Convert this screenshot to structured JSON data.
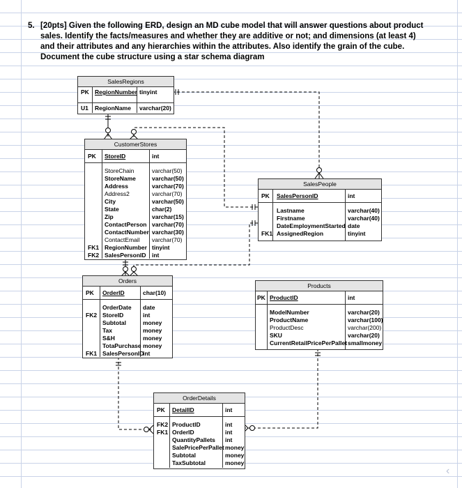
{
  "question": {
    "number": "5.",
    "lines": [
      "[20pts] Given the following ERD, design an MD cube model that will answer questions about product",
      "sales. Identify the facts/measures and whether they are additive or not; and dimensions (at least 4)",
      "and their attributes and any hierarchies within the attributes. Also identify the grain of the cube.",
      "Document the cube structure using a star schema diagram"
    ]
  },
  "entities": {
    "salesregions": {
      "title": "SalesRegions",
      "keys": [
        "PK",
        "U1"
      ],
      "fields": [
        "RegionNumber",
        "RegionName"
      ],
      "types": [
        "tinyint",
        "varchar(20)"
      ]
    },
    "customerstores": {
      "title": "CustomerStores",
      "pk": "PK",
      "pk_field": "StoreID",
      "pk_type": "int",
      "fields": [
        "StoreChain",
        "StoreName",
        "Address",
        "Address2",
        "City",
        "State",
        "Zip",
        "ContactPerson",
        "ContactNumber",
        "ContactEmail",
        "RegionNumber",
        "SalesPersonID"
      ],
      "types": [
        "varchar(50)",
        "varchar(50)",
        "varchar(70)",
        "varchar(70)",
        "varchar(50)",
        "char(2)",
        "varchar(15)",
        "varchar(70)",
        "varchar(30)",
        "varchar(70)",
        "tinyint",
        "int"
      ],
      "fk1": "FK1",
      "fk2": "FK2"
    },
    "salespeople": {
      "title": "SalesPeople",
      "pk": "PK",
      "pk_field": "SalesPersonID",
      "pk_type": "int",
      "fields": [
        "Lastname",
        "Firstname",
        "DateEmploymentStarted",
        "AssignedRegion"
      ],
      "types": [
        "varchar(40)",
        "varchar(40)",
        "date",
        "tinyint"
      ],
      "fk1": "FK1"
    },
    "orders": {
      "title": "Orders",
      "pk": "PK",
      "pk_field": "OrderID",
      "pk_type": "char(10)",
      "fields": [
        "OrderDate",
        "StoreID",
        "Subtotal",
        "Tax",
        "S&H",
        "TotaPurchase",
        "SalesPersonID"
      ],
      "types": [
        "date",
        "int",
        "money",
        "money",
        "money",
        "money",
        "int"
      ],
      "fk2": "FK2",
      "fk1": "FK1"
    },
    "products": {
      "title": "Products",
      "pk": "PK",
      "pk_field": "ProductID",
      "pk_type": "int",
      "fields": [
        "ModelNumber",
        "ProductName",
        "ProductDesc",
        "SKU",
        "CurrentRetailPricePerPallet"
      ],
      "types": [
        "varchar(20)",
        "varchar(100)",
        "varchar(200)",
        "varchar(20)",
        "smallmoney"
      ]
    },
    "orderdetails": {
      "title": "OrderDetails",
      "pk": "PK",
      "pk_field": "DetailID",
      "pk_type": "int",
      "fields": [
        "ProductID",
        "OrderID",
        "QuantityPallets",
        "SalePricePerPallet",
        "Subtotal",
        "TaxSubtotal"
      ],
      "types": [
        "int",
        "int",
        "int",
        "money",
        "money",
        "money"
      ],
      "fk2": "FK2",
      "fk1": "FK1"
    }
  }
}
